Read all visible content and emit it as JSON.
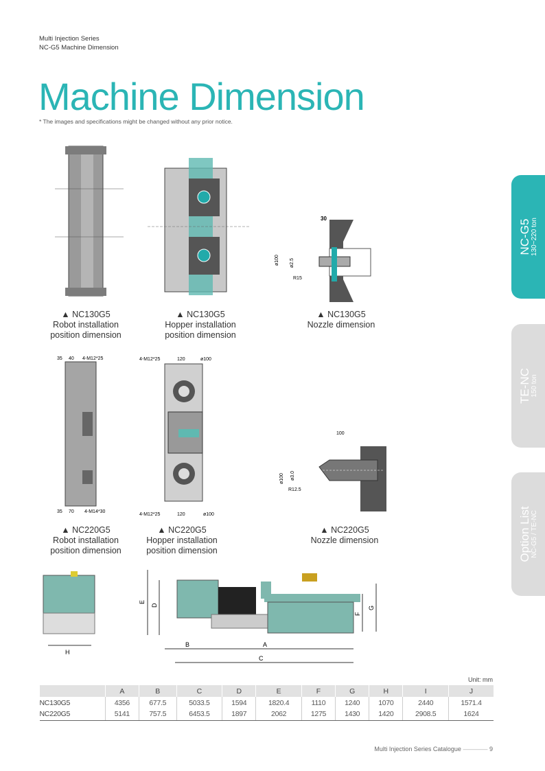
{
  "header": {
    "series": "Multi Injection Series",
    "subtitle": "NC-G5 Machine Dimension"
  },
  "title": "Machine Dimension",
  "note": "* The images and specifications might be changed without any prior notice.",
  "side_tabs": [
    {
      "label": "NC-G5",
      "sub": "130~220 ton",
      "active": true
    },
    {
      "label": "TE-NC",
      "sub": "150 ton",
      "active": false
    },
    {
      "label": "Option List",
      "sub": "NC-G5 / TE-NC",
      "active": false
    }
  ],
  "captions": {
    "c1": [
      "▲ NC130G5",
      "Robot installation",
      "position dimension"
    ],
    "c2": [
      "▲ NC130G5",
      "Hopper installation",
      "position dimension"
    ],
    "c3": [
      "▲ NC130G5",
      "Nozzle dimension"
    ],
    "c4": [
      "▲ NC220G5",
      "Robot installation",
      "position dimension"
    ],
    "c5": [
      "▲ NC220G5",
      "Hopper installation",
      "position dimension"
    ],
    "c6": [
      "▲ NC220G5",
      "Nozzle dimension"
    ]
  },
  "drawing_labels": {
    "n130": {
      "w": "30",
      "d": "ø100",
      "r": "R15",
      "o": "ø2.5"
    },
    "n220": {
      "w": "100",
      "d": "ø100",
      "o": "ø3.0",
      "r": "R12.5"
    },
    "r220": {
      "a": "35",
      "b": "40",
      "m1": "4-M12*25",
      "c": "35",
      "e": "70",
      "m2": "4-M14*30"
    },
    "h220": {
      "m1": "4-M12*25",
      "w": "120",
      "d": "ø100",
      "m2": "4-M12*25",
      "w2": "120",
      "d2": "ø100"
    },
    "machine": {
      "A": "A",
      "B": "B",
      "C": "C",
      "D": "D",
      "E": "E",
      "F": "F",
      "G": "G",
      "H": "H"
    }
  },
  "table": {
    "unit": "Unit: mm",
    "columns": [
      "",
      "A",
      "B",
      "C",
      "D",
      "E",
      "F",
      "G",
      "H",
      "I",
      "J"
    ],
    "rows": [
      [
        "NC130G5",
        "4356",
        "677.5",
        "5033.5",
        "1594",
        "1820.4",
        "1110",
        "1240",
        "1070",
        "2440",
        "1571.4"
      ],
      [
        "NC220G5",
        "5141",
        "757.5",
        "6453.5",
        "1897",
        "2062",
        "1275",
        "1430",
        "1420",
        "2908.5",
        "1624"
      ]
    ]
  },
  "footer": {
    "text": "Multi Injection Series Catalogue",
    "page": "9"
  },
  "colors": {
    "accent": "#2bb5b5",
    "tab_inactive": "#dcdcdc"
  }
}
